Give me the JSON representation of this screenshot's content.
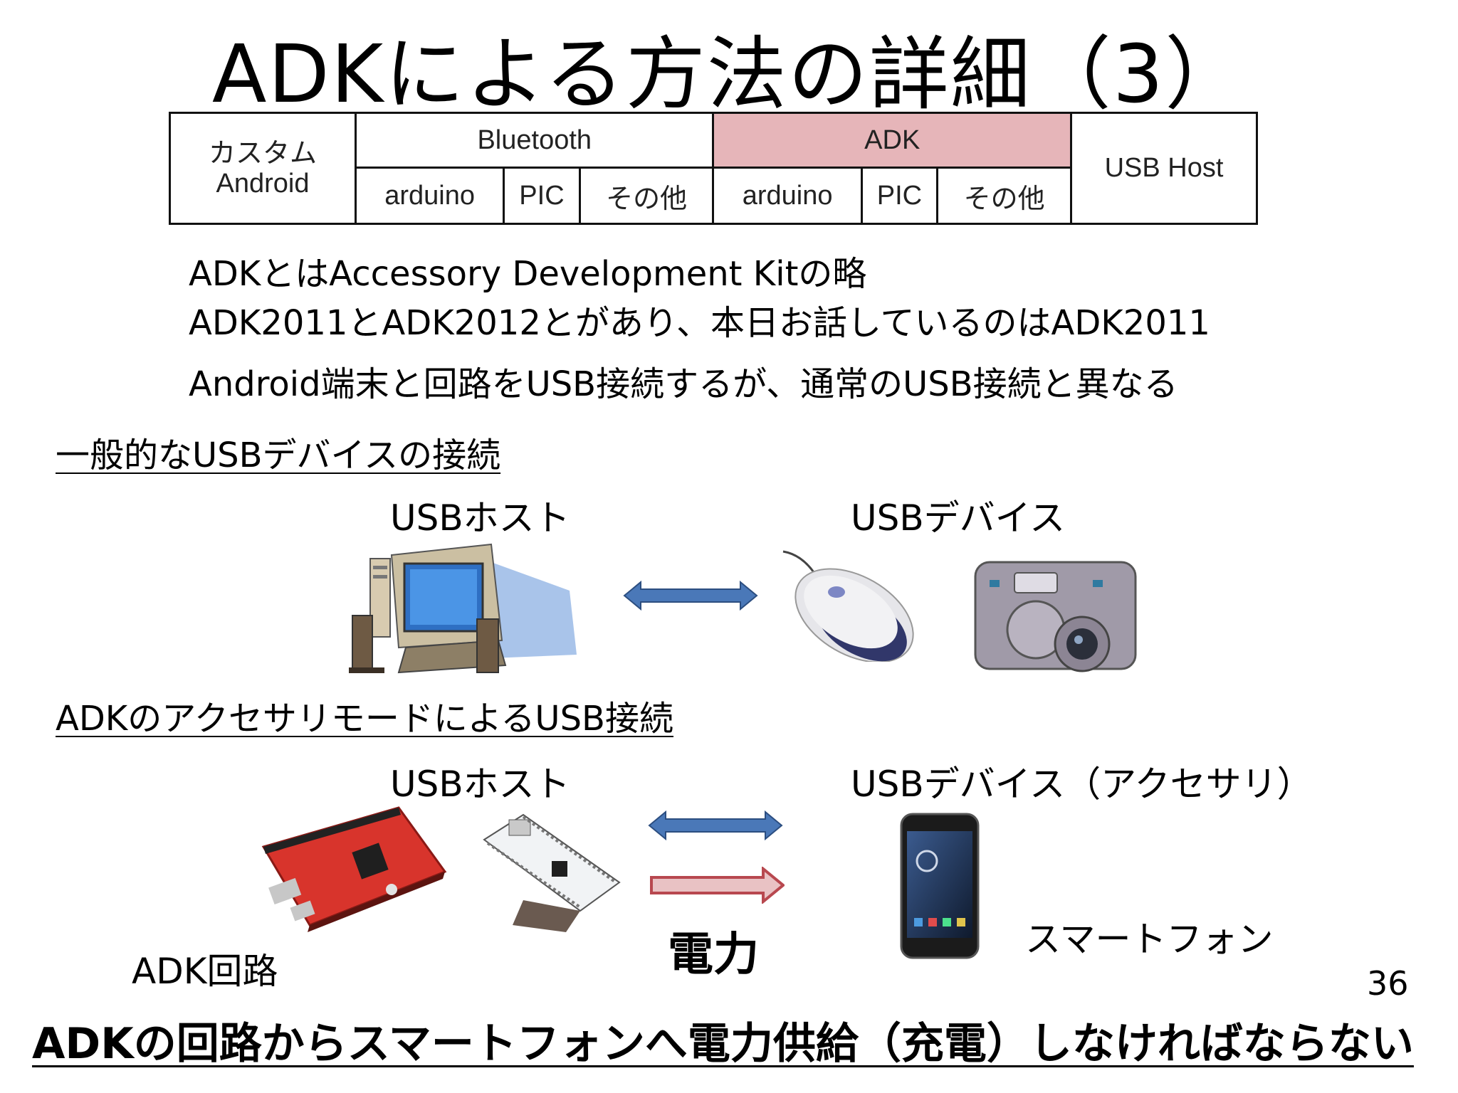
{
  "title": "ADKによる方法の詳細（3）",
  "table": {
    "custom": "カスタム",
    "android": "Android",
    "bluetooth": "Bluetooth",
    "adk": "ADK",
    "usb_host": "USB Host",
    "sub": [
      "arduino",
      "PIC",
      "その他",
      "arduino",
      "PIC",
      "その他"
    ]
  },
  "lines": [
    "ADKとはAccessory Development Kitの略",
    "ADK2011とADK2012とがあり、本日お話しているのはADK2011",
    "Android端末と回路をUSB接続するが、通常のUSB接続と異なる"
  ],
  "section1": {
    "heading": "一般的なUSBデバイスの接続",
    "host_label": "USBホスト",
    "device_label": "USBデバイス"
  },
  "section2": {
    "heading": "ADKのアクセサリモードによるUSB接続",
    "host_label": "USBホスト",
    "device_label": "USBデバイス（アクセサリ）",
    "power_label": "電力",
    "smartphone_label": "スマートフォン",
    "circuit_label": "ADK回路"
  },
  "page_number": "36",
  "footer": "ADKの回路からスマートフォンへ電力供給（充電）しなければならない",
  "colors": {
    "adk_header": "#e6b5b9",
    "data_arrow": "#4a78b8",
    "power_arrow": "#b8484f"
  }
}
